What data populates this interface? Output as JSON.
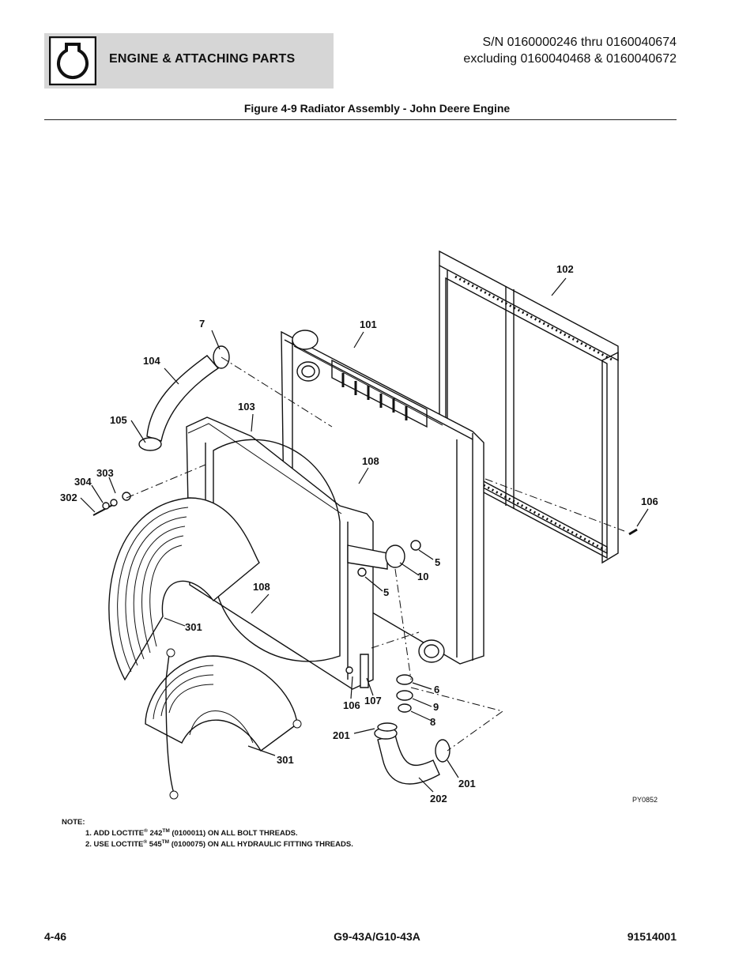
{
  "header": {
    "section_title": "ENGINE & ATTACHING PARTS",
    "serial_line1": "S/N 0160000246 thru 0160040674",
    "serial_line2": "excluding 0160040468 & 0160040672",
    "icon": "engine-icon"
  },
  "figure": {
    "title": "Figure 4-9 Radiator Assembly - John Deere Engine",
    "drawing_id": "PY0852",
    "callouts": {
      "c102": "102",
      "c7": "7",
      "c101": "101",
      "c104": "104",
      "c103": "103",
      "c105": "105",
      "c108a": "108",
      "c303": "303",
      "c304": "304",
      "c302": "302",
      "c106a": "106",
      "c5a": "5",
      "c10": "10",
      "c108b": "108",
      "c5b": "5",
      "c301a": "301",
      "c6": "6",
      "c9": "9",
      "c106b": "106",
      "c107": "107",
      "c8": "8",
      "c201a": "201",
      "c301b": "301",
      "c201b": "201",
      "c202": "202"
    }
  },
  "notes": {
    "heading": "NOTE:",
    "line1_pre": "1. ADD LOCTITE",
    "line1_reg": "®",
    "line1_num": " 242",
    "line1_tm": "TM",
    "line1_post": " (0100011) ON ALL BOLT THREADS.",
    "line2_pre": "2. USE LOCTITE",
    "line2_reg": "®",
    "line2_num": " 545",
    "line2_tm": "TM",
    "line2_post": " (0100075) ON ALL HYDRAULIC FITTING THREADS."
  },
  "footer": {
    "page": "4-46",
    "model": "G9-43A/G10-43A",
    "doc_number": "91514001"
  }
}
